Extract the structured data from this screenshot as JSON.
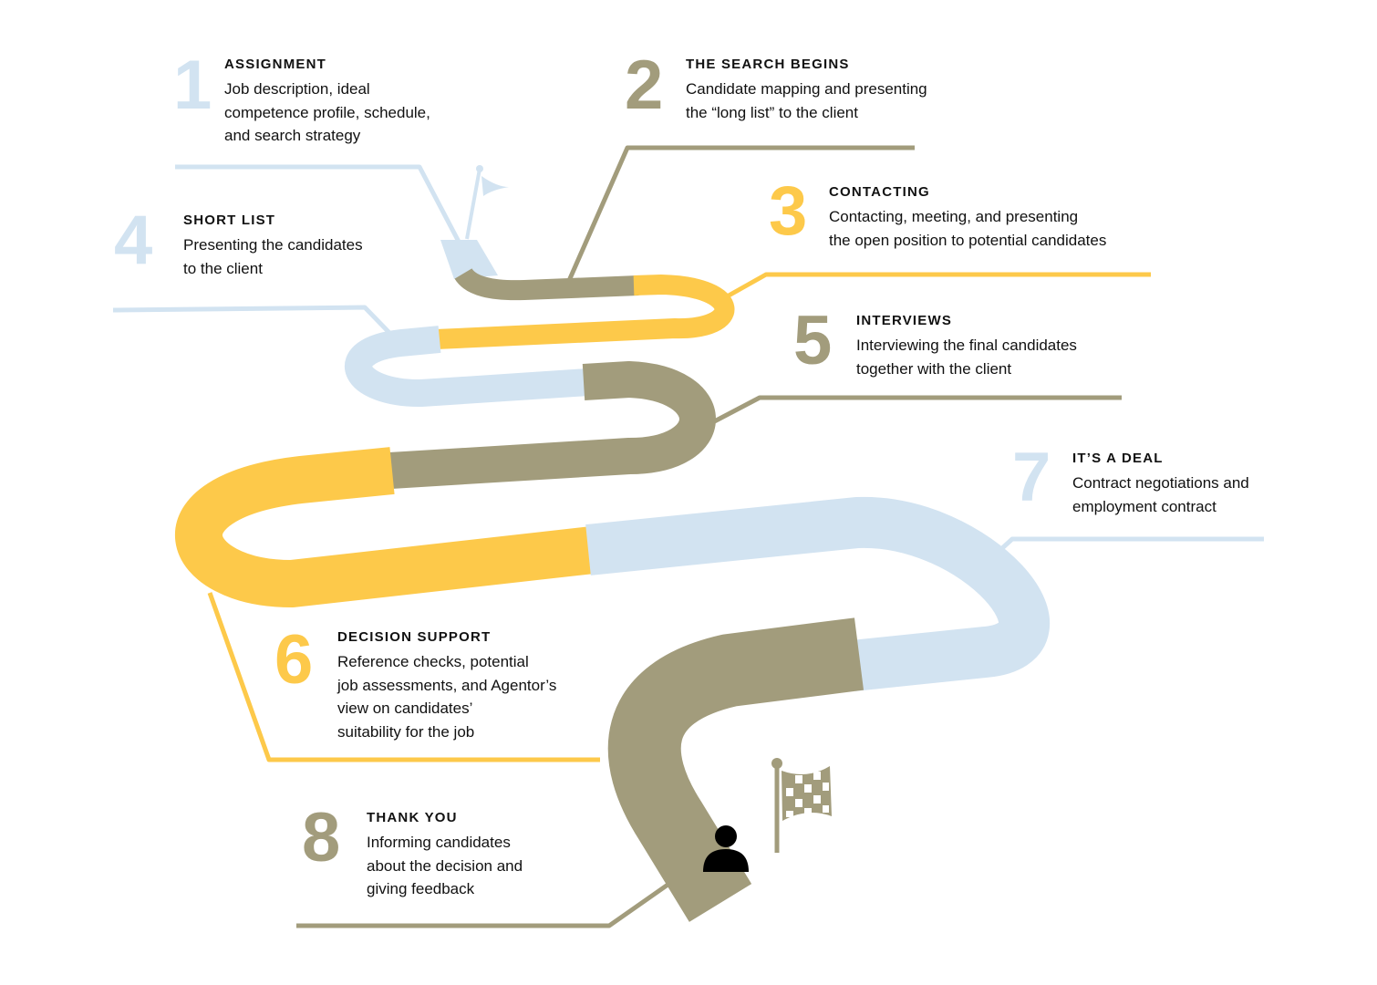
{
  "colors": {
    "blue": "#d2e3f1",
    "olive": "#a29c7c",
    "yellow": "#fdc94a",
    "black": "#000000"
  },
  "steps": [
    {
      "number": "1",
      "title": "ASSIGNMENT",
      "body": "Job description, ideal\ncompetence profile, schedule,\nand search strategy"
    },
    {
      "number": "2",
      "title": "THE SEARCH BEGINS",
      "body": "Candidate mapping and presenting\nthe “long list” to the client"
    },
    {
      "number": "3",
      "title": "CONTACTING",
      "body": "Contacting, meeting, and presenting\nthe open position to potential candidates"
    },
    {
      "number": "4",
      "title": "SHORT LIST",
      "body": "Presenting the candidates\nto the client"
    },
    {
      "number": "5",
      "title": "INTERVIEWS",
      "body": "Interviewing the final candidates\ntogether with the client"
    },
    {
      "number": "6",
      "title": "DECISION SUPPORT",
      "body": "Reference checks, potential\njob assessments, and Agentor’s\nview on candidates’\nsuitability for the job"
    },
    {
      "number": "7",
      "title": "IT’S A DEAL",
      "body": "Contract negotiations and\nemployment contract"
    },
    {
      "number": "8",
      "title": "THANK YOU",
      "body": "Informing candidates\nabout the decision and\ngiving feedback"
    }
  ],
  "icons": [
    "start-flag-icon",
    "checkered-flag-icon",
    "person-icon"
  ]
}
